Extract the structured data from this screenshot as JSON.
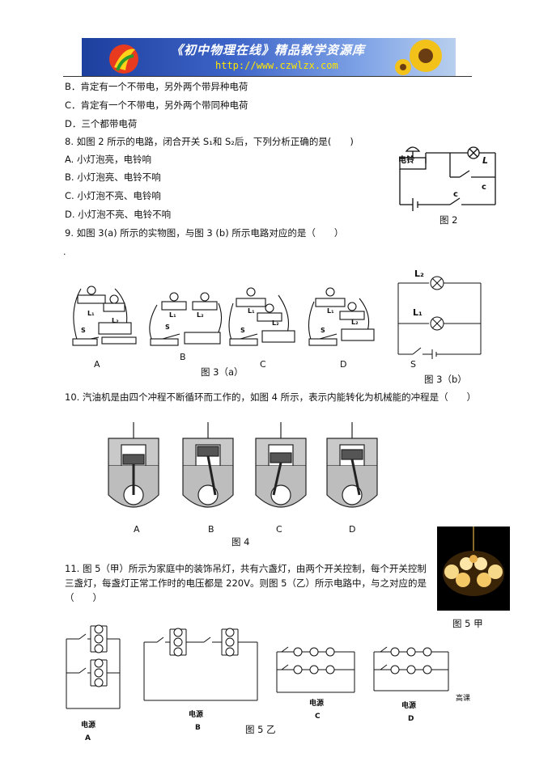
{
  "header": {
    "banner_title": "《初中物理在线》精品教学资源库",
    "banner_url": "http://www.czwlzx.com"
  },
  "q7": {
    "opt_b": "B．肯定有一个不带电，另外两个带异种电荷",
    "opt_c": "C．肯定有一个不带电，另外两个带同种电荷",
    "opt_d": "D．三个都带电荷"
  },
  "q8": {
    "stem": "8. 如图 2 所示的电路，闭合开关 S₁和 S₂后，下列分析正确的是(　　)",
    "opt_a": "A. 小灯泡亮，电铃响",
    "opt_b": "B. 小灯泡亮、电铃不响",
    "opt_c": "C. 小灯泡不亮、电铃响",
    "opt_d": "D. 小灯泡不亮、电铃不响",
    "fig_bell": "电铃",
    "fig_L": "L",
    "fig_s1": "c",
    "fig_s2": "c",
    "fig_caption": "图 2"
  },
  "q9": {
    "stem": "9. 如图 3(a) 所示的实物图，与图 3 (b) 所示电路对应的是（　　）",
    "dot": ".",
    "labels": [
      "A",
      "B",
      "C",
      "D"
    ],
    "comp_L1": "L₁",
    "comp_L2": "L₂",
    "comp_S": "S",
    "caption_a": "图 3（a）",
    "fig_b_L2": "L₂",
    "fig_b_L1": "L₁",
    "fig_b_S": "S",
    "caption_b": "图 3（b）"
  },
  "q10": {
    "stem": "10. 汽油机是由四个冲程不断循环而工作的，如图 4 所示，表示内能转化为机械能的冲程是（　　）",
    "labels": [
      "A",
      "B",
      "C",
      "D"
    ],
    "caption": "图 4"
  },
  "q11": {
    "stem_line1": "11. 图 5（甲）所示为家庭中的装饰吊灯，共有六盏灯，由两个开关控制，每个开关控制",
    "stem_line2": "三盏灯，每盏灯正常工作时的电压都是 220V。则图 5（乙）所示电路中，与之对应的是",
    "stem_line3": "（　　）",
    "photo_caption": "图 5 甲",
    "power_label": "电源",
    "power_label_d": "电源",
    "labels": [
      "A",
      "B",
      "C",
      "D"
    ],
    "corner_note": "高课",
    "caption": "图 5 乙"
  }
}
